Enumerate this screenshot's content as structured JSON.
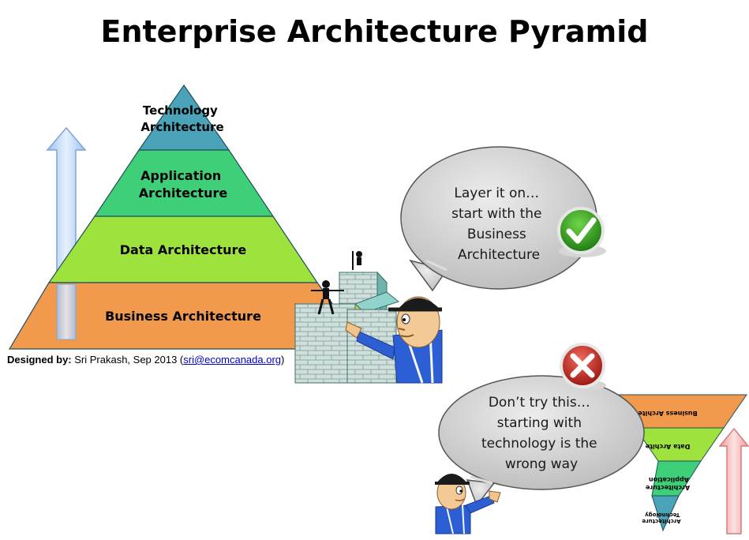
{
  "title": "Enterprise Architecture Pyramid",
  "pyramid": {
    "layers": [
      {
        "label_lines": [
          "Technology",
          "Architecture"
        ],
        "color": "#4aa3b8"
      },
      {
        "label_lines": [
          "Application",
          "Architecture"
        ],
        "color": "#3ecf78"
      },
      {
        "label_lines": [
          "Data Architecture"
        ],
        "color": "#9ee23e"
      },
      {
        "label_lines": [
          "Business Architecture"
        ],
        "color": "#f19a4e"
      }
    ]
  },
  "inverted_pyramid": {
    "layers": [
      {
        "label_lines": [
          "Business Archite"
        ]
      },
      {
        "label_lines": [
          "Data Archite"
        ]
      },
      {
        "label_lines": [
          "Application",
          "Architecture"
        ]
      },
      {
        "label_lines": [
          "Technology",
          "Architecture"
        ]
      }
    ]
  },
  "bubble_good": {
    "lines": [
      "Layer it on…",
      "start with the",
      "Business",
      "Architecture"
    ]
  },
  "bubble_bad": {
    "lines": [
      "Don’t try this…",
      "starting with",
      "technology is the",
      "wrong way"
    ]
  },
  "credit": {
    "prefix": "Designed by:",
    "author": " Sri Prakash, Sep 2013  (",
    "email": "sri@ecomcanada.org",
    "suffix": ")"
  },
  "icons": {
    "good": "check-mark-icon",
    "bad": "x-mark-icon",
    "up": "up-arrow-icon"
  },
  "colors": {
    "technology": "#4aa3b8",
    "application": "#3ecf78",
    "data": "#9ee23e",
    "business": "#f19a4e",
    "arrow_blue": "#c5dcfb",
    "arrow_red": "#f6b8b8",
    "check_green": "#2e9a1c",
    "x_red": "#c8261f"
  }
}
